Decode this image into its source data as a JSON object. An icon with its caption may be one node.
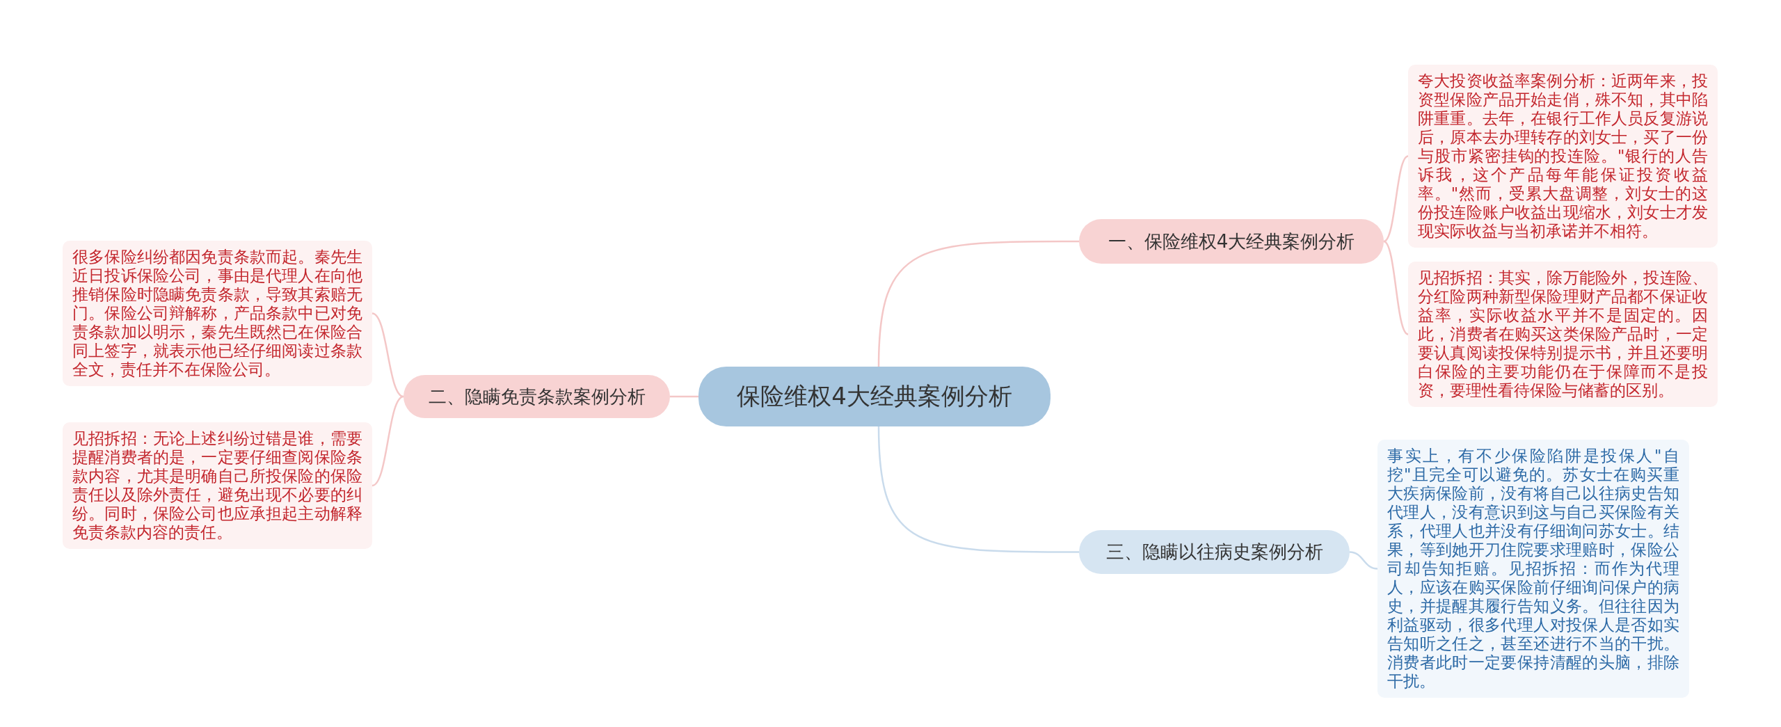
{
  "diagram": {
    "nodes": [
      {
        "text": [
          "保险维权4大经典案例分析"
        ]
      },
      {
        "text": [
          "一、保险维权4大经典案例分析"
        ]
      },
      {
        "text": [
          "夸大投资收益率案例分析：近两年来，投资型保险产品开始走俏，殊不知，其中陷阱重重。去年，在银行工作人员反复游说后，原本去办理转存的刘女士，买了一份与股市紧密挂钩的投连险。\"银行的人告诉我，这个产品每年能保证投资收益率。\"然而，受累大盘调整，刘女士的这份投连险账户收益出现缩水，刘女士才发现实际收益与当初承诺并不相符。"
        ]
      },
      {
        "text": [
          "见招拆招：其实，除万能险外，投连险、分红险两种新型保险理财产品都不保证收益率，实际收益水平并不是固定的。因此，消费者在购买这类保险产品时，一定要认真阅读投保特别提示书，并且还要明白保险的主要功能仍在于保障而不是投资，要理性看待保险与储蓄的区别。"
        ]
      },
      {
        "text": [
          "二、隐瞒免责条款案例分析"
        ]
      },
      {
        "text": [
          "很多保险纠纷都因免责条款而起。秦先生近日投诉保险公司，事由是代理人在向他推销保险时隐瞒免责条款，导致其索赔无门。保险公司辩解称，产品条款中已对免责条款加以明示，秦先生既然已在保险合同上签字，就表示他已经仔细阅读过条款全文，责任并不在保险公司。"
        ]
      },
      {
        "text": [
          "见招拆招：无论上述纠纷过错是谁，需要提醒消费者的是，一定要仔细查阅保险条款内容，尤其是明确自己所投保险的保险责任以及除外责任，避免出现不必要的纠纷。同时，保险公司也应承担起主动解释免责条款内容的责任。"
        ]
      },
      {
        "text": [
          "三、隐瞒以往病史案例分析"
        ]
      },
      {
        "text": [
          "事实上，有不少保险陷阱是投保人\"自挖\"且完全可以避免的。苏女士在购买重大疾病保险前，没有将自己以往病史告知代理人，没有意识到这与自己买保险有关系，代理人也并没有仔细询问苏女士。结果，等到她开刀住院要求理赔时，保险公司却告知拒赔。见招拆招：而作为代理人，应该在购买保险前仔细询问保户的病史，并提醒其履行告知义务。但往往因为利益驱动，很多代理人对投保人是否如实告知听之任之，甚至还进行不当的干扰。消费者此时一定要保持清醒的头脑，排除干扰。"
        ]
      }
    ],
    "edges": [
      {
        "from": 0,
        "to": 1,
        "arrow": "none"
      },
      {
        "from": 1,
        "to": 2,
        "arrow": "none"
      },
      {
        "from": 1,
        "to": 3,
        "arrow": "none"
      },
      {
        "from": 0,
        "to": 4,
        "arrow": "none"
      },
      {
        "from": 4,
        "to": 5,
        "arrow": "none"
      },
      {
        "from": 4,
        "to": 6,
        "arrow": "none"
      },
      {
        "from": 0,
        "to": 7,
        "arrow": "none",
        "color": "#c9dbec"
      },
      {
        "from": 7,
        "to": 8,
        "arrow": "none",
        "color": "#c9dbec"
      }
    ]
  }
}
